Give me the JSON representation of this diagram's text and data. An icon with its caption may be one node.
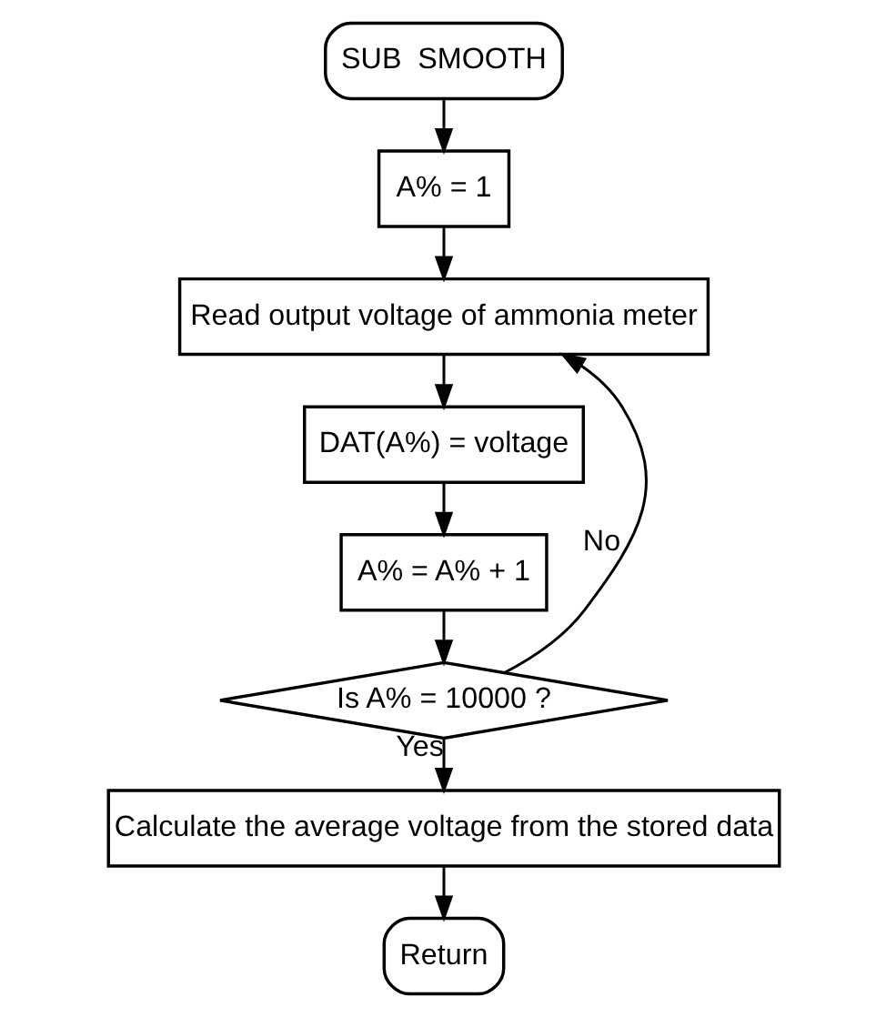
{
  "diagram": {
    "nodes": [
      {
        "text": [
          "SUB  SMOOTH"
        ]
      },
      {
        "text": [
          "A% = 1"
        ]
      },
      {
        "text": [
          "Read output voltage of ammonia meter"
        ]
      },
      {
        "text": [
          "DAT(A%) = voltage"
        ]
      },
      {
        "text": [
          "A% = A% + 1"
        ]
      },
      {
        "text": [
          "Is A% = 10000 ?"
        ]
      },
      {
        "text": [
          "Calculate the average voltage from the stored data"
        ]
      },
      {
        "text": [
          "Return"
        ]
      }
    ],
    "edges": [
      {
        "from": 0,
        "to": 1,
        "arrow": "to"
      },
      {
        "from": 1,
        "to": 2,
        "arrow": "to"
      },
      {
        "from": 2,
        "to": 3,
        "arrow": "to"
      },
      {
        "from": 3,
        "to": 4,
        "arrow": "to"
      },
      {
        "from": 4,
        "to": 5,
        "arrow": "to"
      },
      {
        "from": 5,
        "to": 2,
        "arrow": "to",
        "label": "No"
      },
      {
        "from": 5,
        "to": 6,
        "arrow": "to",
        "label": "Yes"
      },
      {
        "from": 6,
        "to": 7,
        "arrow": "to"
      }
    ]
  }
}
